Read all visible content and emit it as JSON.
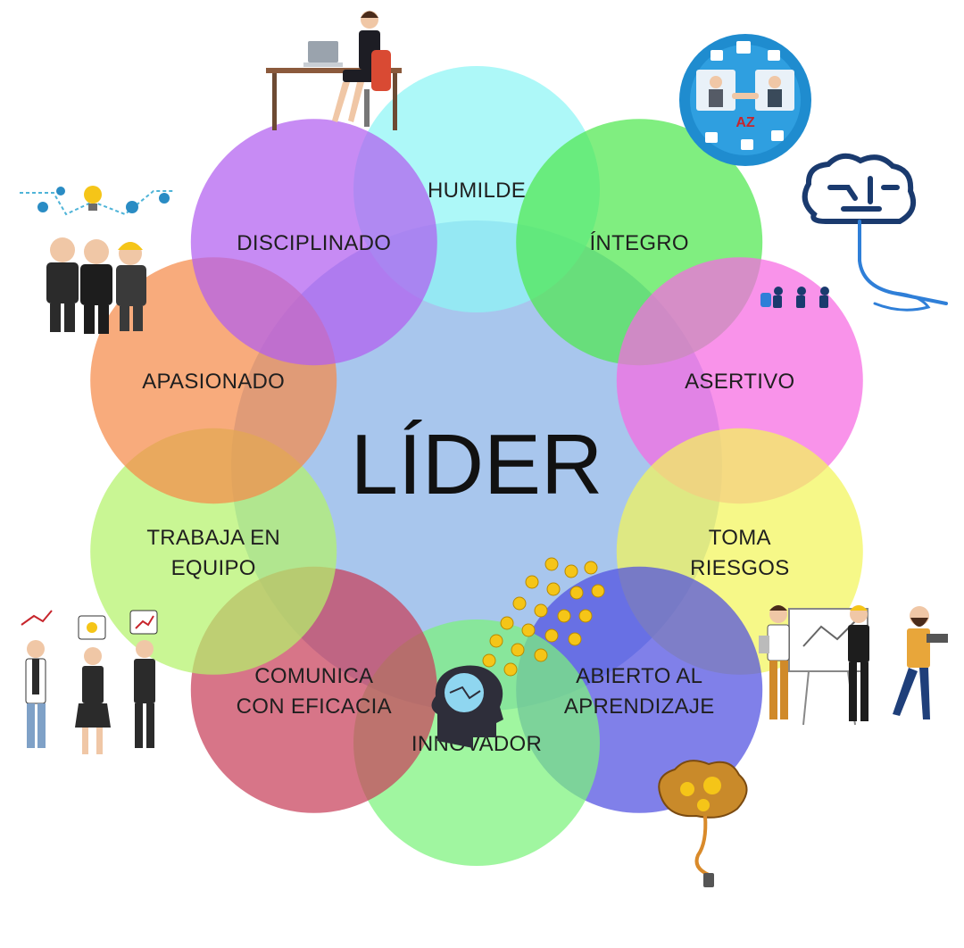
{
  "center": {
    "label": "LÍDER",
    "color": "#8fb6e8"
  },
  "petals": [
    {
      "lines": [
        "HUMILDE"
      ],
      "color": "#8ef5f5"
    },
    {
      "lines": [
        "ÍNTEGRO"
      ],
      "color": "#4fe84f"
    },
    {
      "lines": [
        "ASERTIVO"
      ],
      "color": "#f76ae2"
    },
    {
      "lines": [
        "TOMA",
        "RIESGOS"
      ],
      "color": "#f2f55a"
    },
    {
      "lines": [
        "ABIERTO AL",
        "APRENDIZAJE"
      ],
      "color": "#4f4fe0"
    },
    {
      "lines": [
        "INNOVADOR"
      ],
      "color": "#7cf27c"
    },
    {
      "lines": [
        "COMUNICA",
        "CON EFICACIA"
      ],
      "color": "#c8405a"
    },
    {
      "lines": [
        "TRABAJA EN",
        "EQUIPO"
      ],
      "color": "#b4f26b"
    },
    {
      "lines": [
        "APASIONADO"
      ],
      "color": "#f58a4a"
    },
    {
      "lines": [
        "DISCIPLINADO"
      ],
      "color": "#b25ef0"
    }
  ],
  "icons": {
    "desk": "businesswoman-at-desk-icon",
    "handshake": "online-handshake-icon",
    "brain": "circuit-brain-icon",
    "team": "business-team-icon",
    "ideas": "idea-network-icon",
    "lightbulbs": "lightbulb-swarm-icon",
    "head": "thinking-head-icon",
    "presentation": "team-presentation-icon",
    "gears": "brain-gears-icon",
    "achievers": "team-holding-ideas-icon"
  }
}
